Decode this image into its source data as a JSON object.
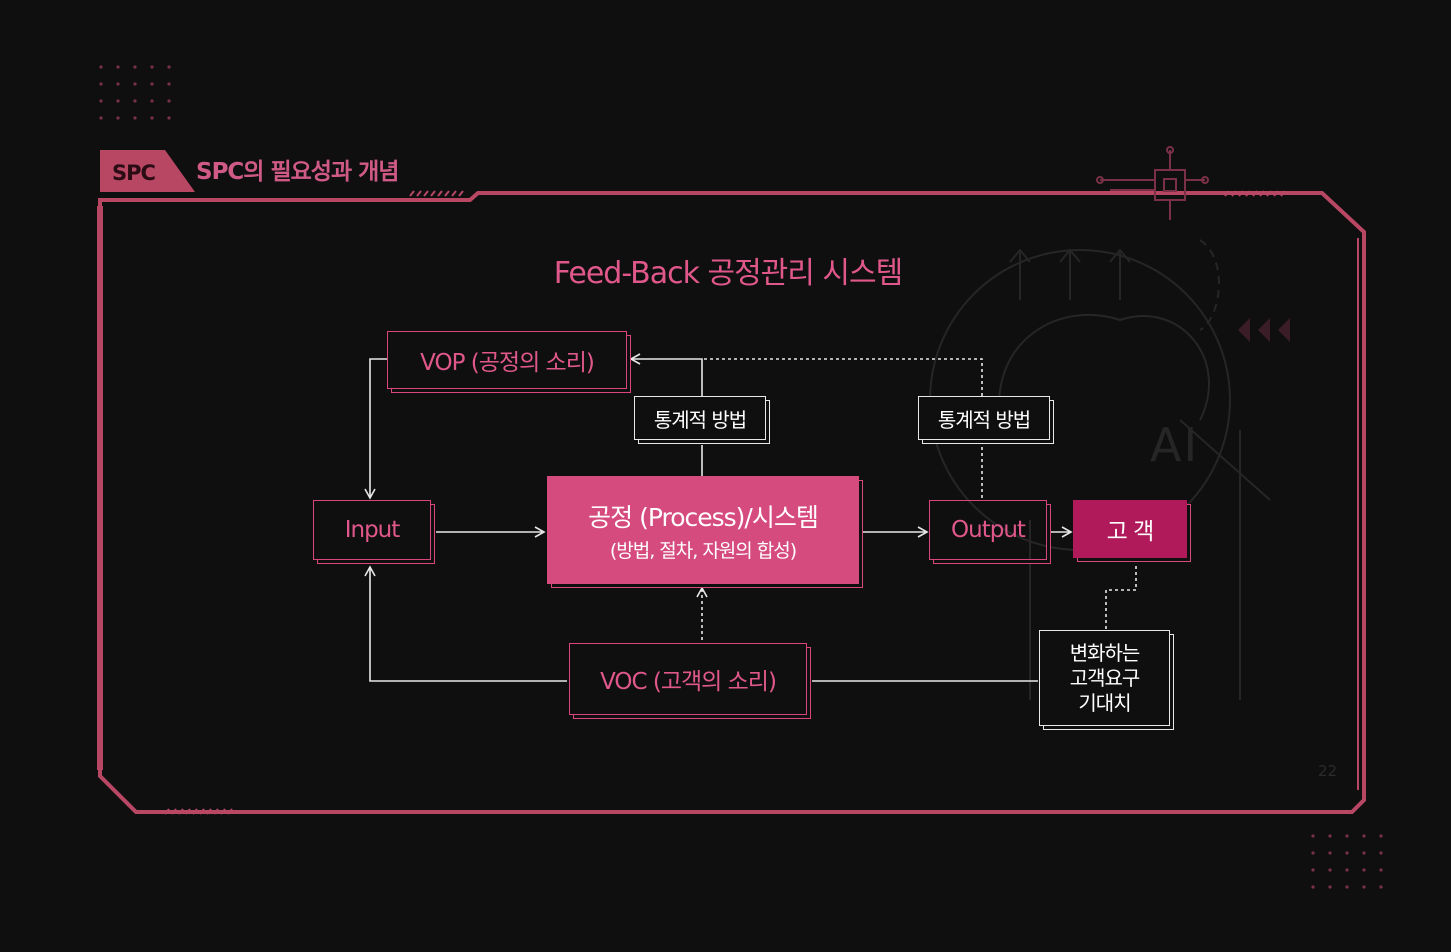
{
  "header": {
    "tab_label": "SPC",
    "title": "SPC의 필요성과 개념"
  },
  "diagram": {
    "title": "Feed-Back 공정관리 시스템",
    "nodes": {
      "vop": "VOP (공정의 소리)",
      "stat_left": "통계적 방법",
      "stat_right": "통계적 방법",
      "input": "Input",
      "process_main": "공정 (Process)/시스템",
      "process_sub": "(방법, 절차, 자원의 합성)",
      "output": "Output",
      "customer": "고 객",
      "voc": "VOC (고객의 소리)",
      "change_line1": "변화하는",
      "change_line2": "고객요구",
      "change_line3": "기대치"
    }
  },
  "background": {
    "ai_text": "AI"
  },
  "page_number": "22",
  "colors": {
    "background": "#0f0f10",
    "frame": "#b84763",
    "accent": "#d64b7e",
    "customer_fill": "#b0195a",
    "line": "#e8e8e8"
  }
}
